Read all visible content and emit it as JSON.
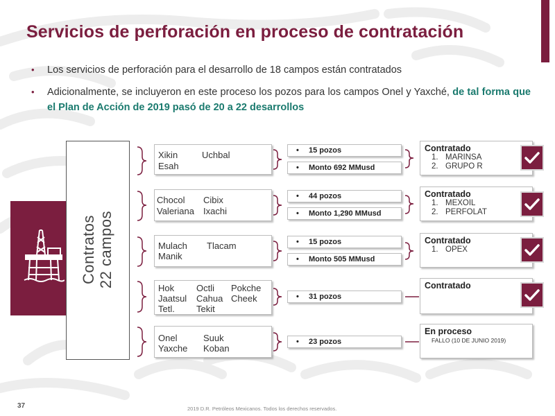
{
  "title": "Servicios de perforación en proceso de contratación",
  "bullets": [
    {
      "text": "Los servicios de perforación para el desarrollo de 18 campos están contratados",
      "highlight": ""
    },
    {
      "text": "Adicionalmente, se incluyeron en este proceso los pozos para los campos Onel y Yaxché, ",
      "highlight": "de tal forma que el Plan de Acción de 2019 pasó de 20 a 22 desarrollos"
    }
  ],
  "bullet_marker": "•",
  "contratos": {
    "line1": "Contratos",
    "line2": "22 campos"
  },
  "groups": [
    {
      "rows": [
        [
          "Xikin",
          "Uchbal"
        ],
        [
          "Esah",
          ""
        ]
      ],
      "pills": [
        "15 pozos",
        "Monto 692 MMusd"
      ],
      "status": {
        "title": "Contratado",
        "items": [
          {
            "num": "1.",
            "name": "MARINSA"
          },
          {
            "num": "2.",
            "name": "GRUPO R"
          }
        ],
        "sub": "",
        "checked": true
      }
    },
    {
      "rows": [
        [
          "Chocol",
          "Cibix"
        ],
        [
          "Valeriana",
          "Ixachi"
        ]
      ],
      "pills": [
        "44  pozos",
        "Monto 1,290 MMusd"
      ],
      "status": {
        "title": "Contratado",
        "items": [
          {
            "num": "1.",
            "name": "MEXOIL"
          },
          {
            "num": "2.",
            "name": "PERFOLAT"
          }
        ],
        "sub": "",
        "checked": true
      }
    },
    {
      "rows": [
        [
          "Mulach",
          "Tlacam"
        ],
        [
          "Manik",
          ""
        ]
      ],
      "pills": [
        "15 pozos",
        "Monto 505 MMusd"
      ],
      "status": {
        "title": "Contratado",
        "items": [
          {
            "num": "1.",
            "name": "OPEX"
          }
        ],
        "sub": "",
        "checked": true
      }
    },
    {
      "rows": [
        [
          "Hok",
          "Octli",
          "Pokche"
        ],
        [
          "Jaatsul",
          "Cahua",
          "Cheek"
        ],
        [
          "Tetl.",
          "Tekit",
          ""
        ]
      ],
      "pills": [
        "31  pozos"
      ],
      "status": {
        "title": "Contratado",
        "items": [],
        "sub": "",
        "checked": true
      }
    },
    {
      "rows": [
        [
          "Onel",
          "Suuk"
        ],
        [
          "Yaxche",
          "Koban"
        ]
      ],
      "pills": [
        "23 pozos"
      ],
      "status": {
        "title": "En proceso",
        "items": [],
        "sub": "FALLO (10 DE JUNIO 2019)",
        "checked": false
      }
    }
  ],
  "pill_marker": "•",
  "check_icon": "check-icon",
  "rig_icon": "oil-rig-icon",
  "footer": {
    "page": "37",
    "copyright": "2019 D.R. Petróleos Mexicanos. Todos los derechos reservados."
  },
  "colors": {
    "accent": "#7b1e3f",
    "highlight": "#1a7a6e",
    "connector": "#7b1e3f"
  }
}
